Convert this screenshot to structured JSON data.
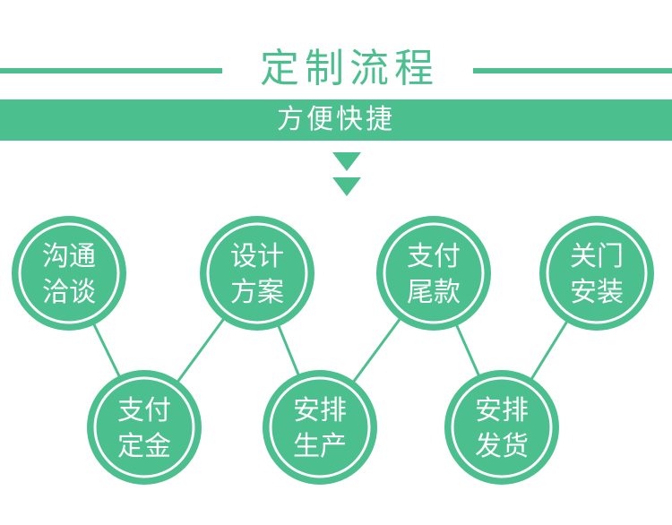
{
  "header": {
    "title": "定制流程",
    "subtitle": "方便快捷"
  },
  "steps": [
    {
      "line1": "沟通",
      "line2": "洽谈"
    },
    {
      "line1": "支付",
      "line2": "定金"
    },
    {
      "line1": "设计",
      "line2": "方案"
    },
    {
      "line1": "安排",
      "line2": "生产"
    },
    {
      "line1": "支付",
      "line2": "尾款"
    },
    {
      "line1": "安排",
      "line2": "发货"
    },
    {
      "line1": "关门",
      "line2": "安装"
    }
  ],
  "colors": {
    "accent": "#4cbf8f",
    "text_on_accent": "#ffffff",
    "background": "#ffffff"
  },
  "icons": [
    "double-chevron-down-icon"
  ]
}
